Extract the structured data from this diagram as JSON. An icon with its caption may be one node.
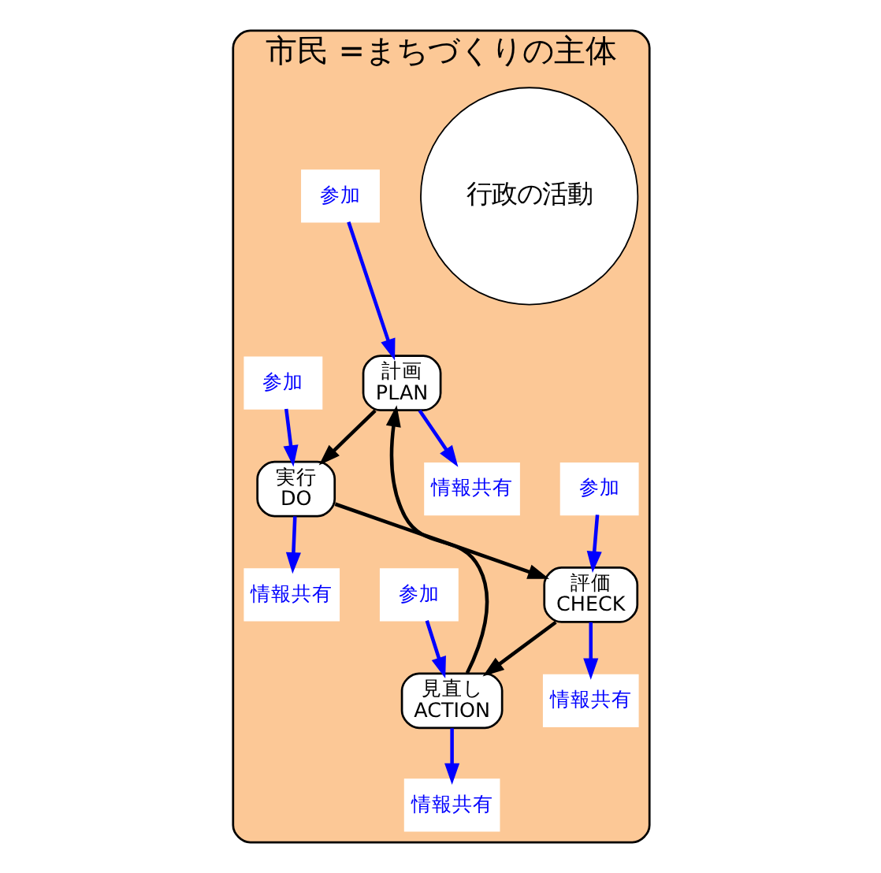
{
  "diagram": {
    "nodes": [
      {
        "text": [
          "市民 =まちづくりの主体"
        ]
      },
      {
        "text": [
          "行政の活動"
        ],
        "in": 0
      },
      {
        "text": [
          "計画",
          "PLAN"
        ],
        "in": 0
      },
      {
        "text": [
          "実行",
          "DO"
        ],
        "in": 0
      },
      {
        "text": [
          "評価",
          "CHECK"
        ],
        "in": 0
      },
      {
        "text": [
          "見直し",
          "ACTION"
        ],
        "in": 0
      },
      {
        "text": [
          "参加"
        ],
        "in": 0
      },
      {
        "text": [
          "情報共有"
        ],
        "in": 0
      },
      {
        "text": [
          "情報共有"
        ],
        "in": 0
      },
      {
        "text": [
          "参加"
        ],
        "in": 0
      },
      {
        "text": [
          "情報共有"
        ],
        "in": 0
      },
      {
        "text": [
          "参加"
        ],
        "in": 0
      },
      {
        "text": [
          "参加"
        ],
        "in": 0
      },
      {
        "text": [
          "情報共有"
        ],
        "in": 0
      }
    ],
    "edges": [
      {
        "from": 2,
        "to": 3,
        "arrow": "to",
        "color": "#000000"
      },
      {
        "from": 3,
        "to": 4,
        "arrow": "to",
        "color": "#000000"
      },
      {
        "from": 4,
        "to": 5,
        "arrow": "to",
        "color": "#000000"
      },
      {
        "from": 5,
        "to": 2,
        "arrow": "to",
        "color": "#000000"
      },
      {
        "from": 6,
        "to": 2,
        "arrow": "to",
        "color": "#0000ff"
      },
      {
        "from": 2,
        "to": 7,
        "arrow": "to",
        "color": "#0000ff"
      },
      {
        "from": 3,
        "to": 8,
        "arrow": "to",
        "color": "#0000ff"
      },
      {
        "from": 9,
        "to": 3,
        "arrow": "to",
        "color": "#0000ff"
      },
      {
        "from": 4,
        "to": 10,
        "arrow": "to",
        "color": "#0000ff"
      },
      {
        "from": 11,
        "to": 4,
        "arrow": "to",
        "color": "#0000ff"
      },
      {
        "from": 12,
        "to": 5,
        "arrow": "to",
        "color": "#0000ff"
      },
      {
        "from": 5,
        "to": 13,
        "arrow": "to",
        "color": "#0000ff"
      }
    ]
  }
}
